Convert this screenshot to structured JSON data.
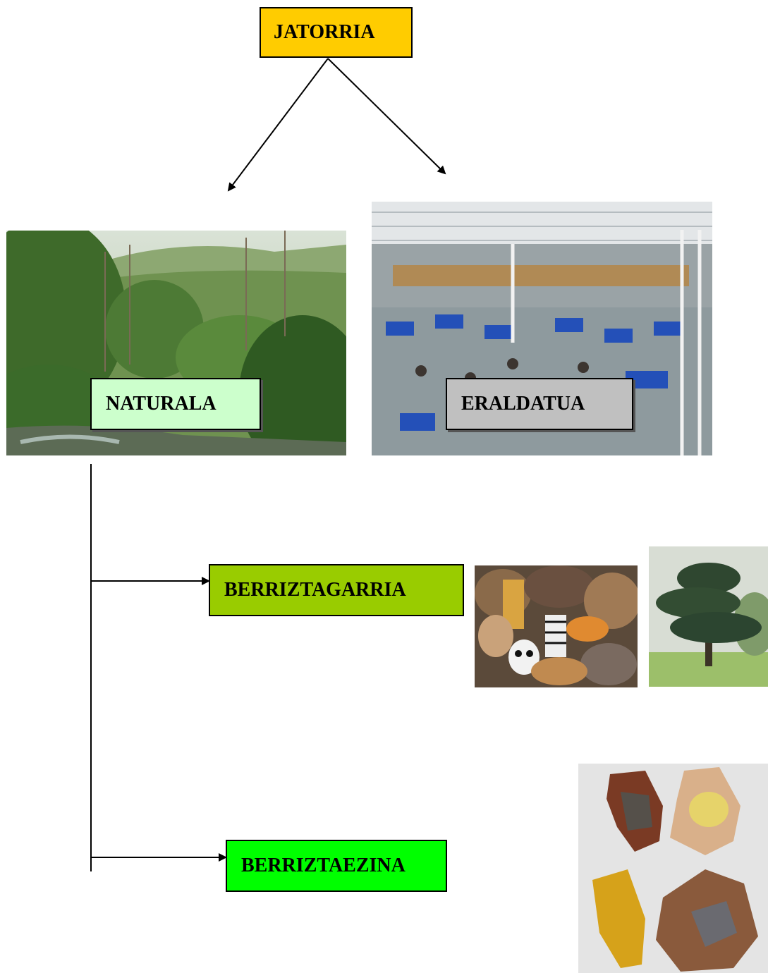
{
  "root": {
    "label": "JATORRIA",
    "color": "#ffcc00"
  },
  "natural": {
    "label": "NATURALA",
    "color": "#ccffcc"
  },
  "transformed": {
    "label": "ERALDATUA",
    "color": "#c0c0c0"
  },
  "renewable": {
    "label": "BERRIZTAGARRIA",
    "color": "#99cc00"
  },
  "nonrenewable": {
    "label": "BERRIZTAEZINA",
    "color": "#00ff00"
  }
}
